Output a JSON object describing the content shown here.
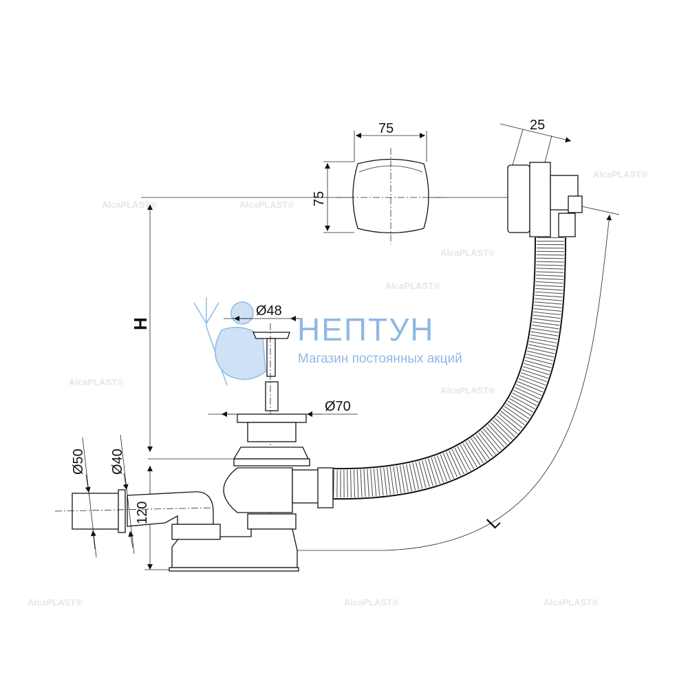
{
  "dimensions": {
    "cover_width": "75",
    "cover_height": "75",
    "overflow_depth": "25",
    "height_label": "H",
    "plug_diameter": "Ø48",
    "flange_diameter": "Ø70",
    "outlet_outer_diameter": "Ø50",
    "outlet_inner_diameter": "Ø40",
    "trap_height": "120",
    "length_label": "L"
  },
  "watermark": {
    "store_name": "НЕПТУН",
    "store_slogan": "Магазин постоянных акций",
    "manufacturer_logo": "AlcaPLAST®"
  },
  "colors": {
    "line": "#111111",
    "watermark_blue": "#8fb9e4",
    "logo_gray": "#e6e6e6"
  }
}
